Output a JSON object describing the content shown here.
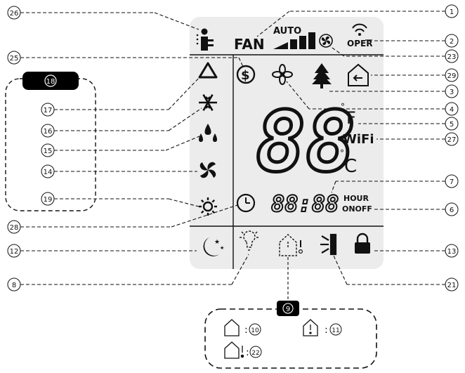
{
  "lcd": {
    "fan_label": "FAN",
    "auto_label": "AUTO",
    "oper_label": "OPER",
    "f_label": "F",
    "c_label": "C",
    "degree": "°",
    "wifi_label": "WiFi",
    "temp_digits": "88",
    "time_digits": "88:88",
    "hour_label": "HOUR",
    "onoff_label": "ONOFF"
  },
  "callouts": {
    "n1": "1",
    "n2": "2",
    "n3": "3",
    "n4": "4",
    "n5": "5",
    "n6": "6",
    "n7": "7",
    "n8": "8",
    "n9": "9",
    "n12": "12",
    "n13": "13",
    "n14": "14",
    "n15": "15",
    "n16": "16",
    "n17": "17",
    "n18": "18",
    "n19": "19",
    "n21": "21",
    "n23": "23",
    "n25": "25",
    "n26": "26",
    "n27": "27",
    "n28": "28",
    "n29": "29"
  },
  "legend": {
    "item10_sep": ":",
    "item10_num": "10",
    "item11_sep": ":",
    "item11_num": "11",
    "item22_sep": ":",
    "item22_num": "22"
  },
  "colors": {
    "lcd_bg": "#ececec",
    "ink": "#111111",
    "badge": "#000000",
    "badge_text": "#ffffff"
  }
}
